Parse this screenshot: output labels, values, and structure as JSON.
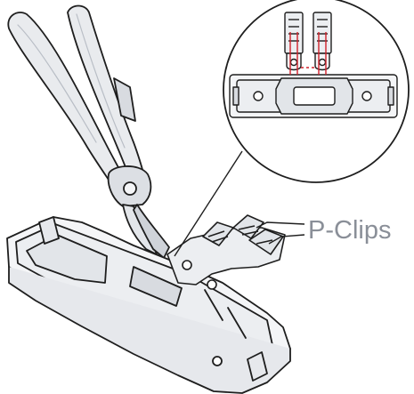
{
  "callout": {
    "text": "P-Clips"
  },
  "colors": {
    "outline": "#1e1e1e",
    "body_fill": "#f4f5f7",
    "shade": "#d8dbe0",
    "grip_fill": "#e9ebee",
    "label": "#8a8f98",
    "marker": "#d0202a"
  },
  "icons": [
    "pliers",
    "clip-holder",
    "p-clip",
    "magnifier-inset"
  ]
}
